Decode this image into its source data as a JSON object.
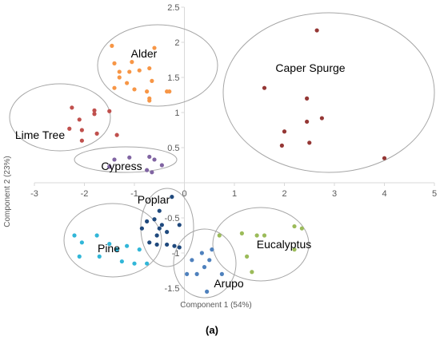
{
  "chart_data": {
    "type": "scatter",
    "xlabel": "Component 1 (54%)",
    "ylabel": "Component 2 (23%)",
    "caption": "(a)",
    "xlim": [
      -3,
      5
    ],
    "ylim": [
      -1.75,
      2.5
    ],
    "x_ticks": [
      "-3",
      "-2",
      "-1",
      "0",
      "1",
      "2",
      "3",
      "4",
      "5"
    ],
    "y_ticks": [
      "2.5",
      "2",
      "1.5",
      "1",
      "0.5",
      "-0.5",
      "-1",
      "-1.5"
    ],
    "legend": "none (groups labelled directly on plot)",
    "series": [
      {
        "name": "Alder",
        "color": "#f79646",
        "points": [
          [
            -1.45,
            1.95
          ],
          [
            -0.6,
            1.92
          ],
          [
            -1.4,
            1.7
          ],
          [
            -1.05,
            1.72
          ],
          [
            -1.3,
            1.58
          ],
          [
            -1.1,
            1.58
          ],
          [
            -0.9,
            1.6
          ],
          [
            -0.7,
            1.63
          ],
          [
            -1.3,
            1.5
          ],
          [
            -1.15,
            1.42
          ],
          [
            -0.65,
            1.45
          ],
          [
            -1.0,
            1.33
          ],
          [
            -0.75,
            1.3
          ],
          [
            -0.35,
            1.3
          ],
          [
            -0.3,
            1.3
          ],
          [
            -1.4,
            1.35
          ],
          [
            -0.7,
            1.2
          ],
          [
            -0.7,
            1.17
          ]
        ]
      },
      {
        "name": "Lime Tree",
        "color": "#c0504d",
        "points": [
          [
            -2.25,
            1.07
          ],
          [
            -1.8,
            1.03
          ],
          [
            -1.5,
            1.02
          ],
          [
            -1.8,
            0.98
          ],
          [
            -2.1,
            0.9
          ],
          [
            -2.3,
            0.77
          ],
          [
            -2.05,
            0.75
          ],
          [
            -1.75,
            0.7
          ],
          [
            -1.35,
            0.68
          ],
          [
            -2.05,
            0.6
          ]
        ]
      },
      {
        "name": "Cypress",
        "color": "#8064a2",
        "points": [
          [
            -1.4,
            0.33
          ],
          [
            -1.1,
            0.36
          ],
          [
            -0.7,
            0.37
          ],
          [
            -0.6,
            0.33
          ],
          [
            -0.45,
            0.25
          ],
          [
            -0.75,
            0.18
          ],
          [
            -0.65,
            0.15
          ],
          [
            -1.5,
            0.23
          ]
        ]
      },
      {
        "name": "Caper Spurge",
        "color": "#953735",
        "points": [
          [
            2.65,
            2.17
          ],
          [
            1.6,
            1.35
          ],
          [
            2.45,
            1.2
          ],
          [
            2.75,
            0.92
          ],
          [
            2.45,
            0.87
          ],
          [
            2.0,
            0.73
          ],
          [
            2.5,
            0.57
          ],
          [
            1.95,
            0.53
          ],
          [
            4.0,
            0.35
          ]
        ]
      },
      {
        "name": "Pine",
        "color": "#31b6d8",
        "points": [
          [
            -2.2,
            -0.75
          ],
          [
            -1.75,
            -0.75
          ],
          [
            -2.05,
            -0.85
          ],
          [
            -1.5,
            -0.87
          ],
          [
            -1.15,
            -0.9
          ],
          [
            -1.35,
            -0.95
          ],
          [
            -0.9,
            -0.95
          ],
          [
            -2.1,
            -1.05
          ],
          [
            -1.7,
            -1.05
          ],
          [
            -1.25,
            -1.12
          ],
          [
            -1.0,
            -1.15
          ],
          [
            -0.75,
            -1.15
          ]
        ]
      },
      {
        "name": "Poplar",
        "color": "#1f497d",
        "points": [
          [
            -0.25,
            -0.2
          ],
          [
            -0.5,
            -0.4
          ],
          [
            -0.75,
            -0.55
          ],
          [
            -0.6,
            -0.52
          ],
          [
            -0.45,
            -0.6
          ],
          [
            -0.85,
            -0.65
          ],
          [
            -0.5,
            -0.65
          ],
          [
            -0.1,
            -0.6
          ],
          [
            -0.35,
            -0.7
          ],
          [
            -0.55,
            -0.75
          ],
          [
            -0.7,
            -0.85
          ],
          [
            -0.55,
            -0.88
          ],
          [
            -0.35,
            -0.88
          ],
          [
            -0.2,
            -0.9
          ],
          [
            -0.1,
            -0.92
          ]
        ]
      },
      {
        "name": "Arupo",
        "color": "#4f81bd",
        "points": [
          [
            0.35,
            -1.0
          ],
          [
            0.55,
            -0.95
          ],
          [
            0.15,
            -1.1
          ],
          [
            0.5,
            -1.1
          ],
          [
            0.4,
            -1.2
          ],
          [
            0.05,
            -1.3
          ],
          [
            0.25,
            -1.3
          ],
          [
            0.75,
            -1.3
          ],
          [
            0.45,
            -1.55
          ]
        ]
      },
      {
        "name": "Eucalyptus",
        "color": "#9bbb59",
        "points": [
          [
            1.15,
            -0.72
          ],
          [
            1.45,
            -0.75
          ],
          [
            2.2,
            -0.62
          ],
          [
            2.35,
            -0.65
          ],
          [
            2.2,
            -0.95
          ],
          [
            1.6,
            -0.75
          ],
          [
            0.7,
            -0.75
          ],
          [
            1.25,
            -1.05
          ],
          [
            1.35,
            -1.27
          ]
        ]
      }
    ],
    "ellipses": [
      {
        "group": "Alder"
      },
      {
        "group": "Lime Tree"
      },
      {
        "group": "Cypress"
      },
      {
        "group": "Caper Spurge"
      },
      {
        "group": "Pine"
      },
      {
        "group": "Poplar"
      },
      {
        "group": "Arupo"
      },
      {
        "group": "Eucalyptus"
      }
    ]
  }
}
